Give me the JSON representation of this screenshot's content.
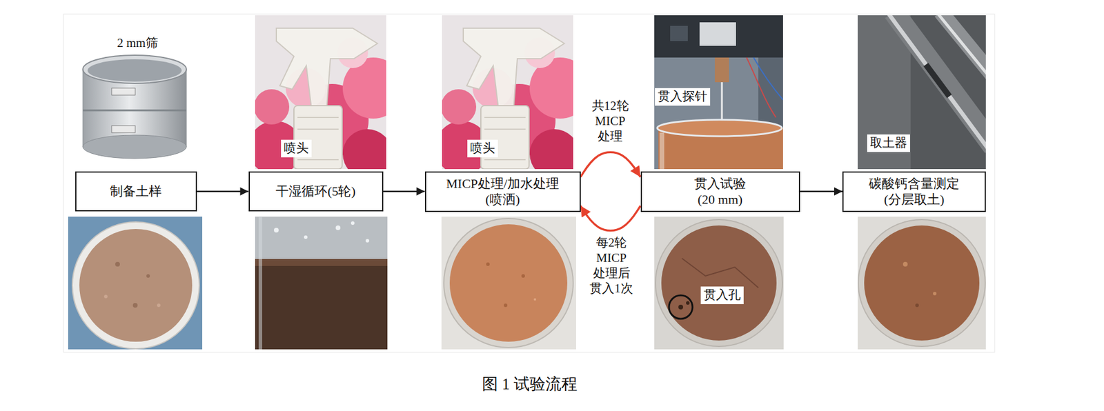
{
  "diagram": {
    "caption": "图 1 试验流程",
    "nodes": [
      {
        "text": [
          "制备土样"
        ]
      },
      {
        "text": [
          "干湿循环(5轮)"
        ]
      },
      {
        "text": [
          "MICP处理/加水处理 (喷洒)"
        ]
      },
      {
        "text": [
          "贯入试验 (20 mm)"
        ]
      },
      {
        "text": [
          "碳酸钙含量测定 (分层取土)"
        ]
      }
    ],
    "edges": [
      {
        "from": 0,
        "to": 1,
        "arrow": "to"
      },
      {
        "from": 1,
        "to": 2,
        "arrow": "to"
      },
      {
        "from": 2,
        "to": 3,
        "arrow": "to",
        "label": "共12轮 MICP 处理"
      },
      {
        "from": 3,
        "to": 2,
        "arrow": "to",
        "label": "每2轮 MICP 处理后 贯入1次"
      },
      {
        "from": 3,
        "to": 4,
        "arrow": "to"
      }
    ],
    "labels": [
      "2 mm筛",
      "喷头",
      "喷头",
      "贯入探针",
      "取土器",
      "贯入孔"
    ]
  }
}
